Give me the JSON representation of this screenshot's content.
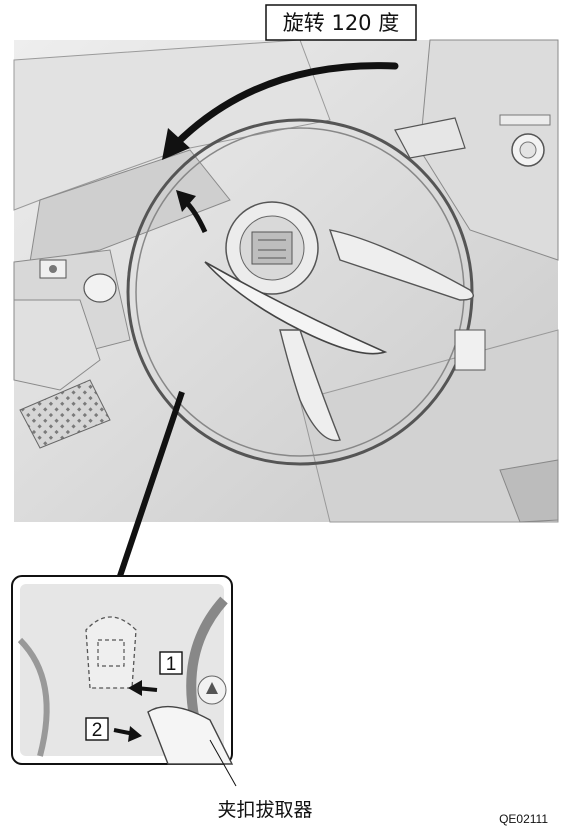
{
  "rotation_label": "旋转 120 度",
  "steps": [
    "1",
    "2"
  ],
  "caption": "夹扣拔取器",
  "figure_code": "QE02111"
}
